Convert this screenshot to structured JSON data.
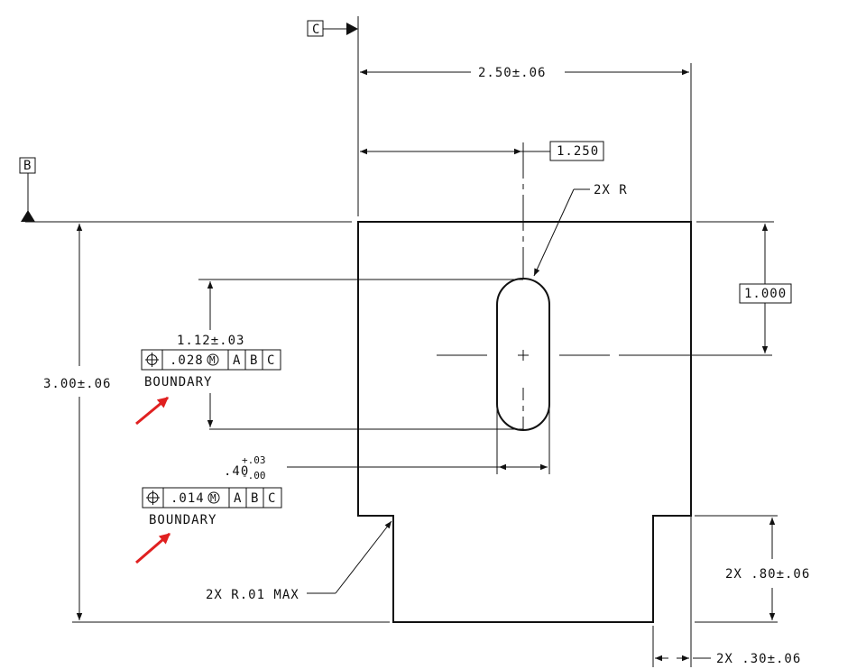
{
  "datums": {
    "b": "B",
    "c": "C"
  },
  "dimensions": {
    "overall_width": "2.50±.06",
    "slot_center_x": "1.250",
    "slot_center_y": "1.000",
    "overall_height": "3.00±.06",
    "slot_length": "1.12±.03",
    "slot_width_base": ".40",
    "slot_width_tol_plus": "+.03",
    "slot_width_tol_minus": "-.00",
    "notch_height": "2X .80±.06",
    "notch_width": "2X .30±.06"
  },
  "notes": {
    "slot_radius": "2X R",
    "corner_radius": "2X R.01 MAX"
  },
  "feature_control_frames": [
    {
      "symbol": "position-icon",
      "tolerance": ".028",
      "modifier": "M",
      "datums": [
        "A",
        "B",
        "C"
      ],
      "label": "BOUNDARY"
    },
    {
      "symbol": "position-icon",
      "tolerance": ".014",
      "modifier": "M",
      "datums": [
        "A",
        "B",
        "C"
      ],
      "label": "BOUNDARY"
    }
  ],
  "colors": {
    "line": "#111111",
    "arrow_annotation": "#e02020"
  }
}
